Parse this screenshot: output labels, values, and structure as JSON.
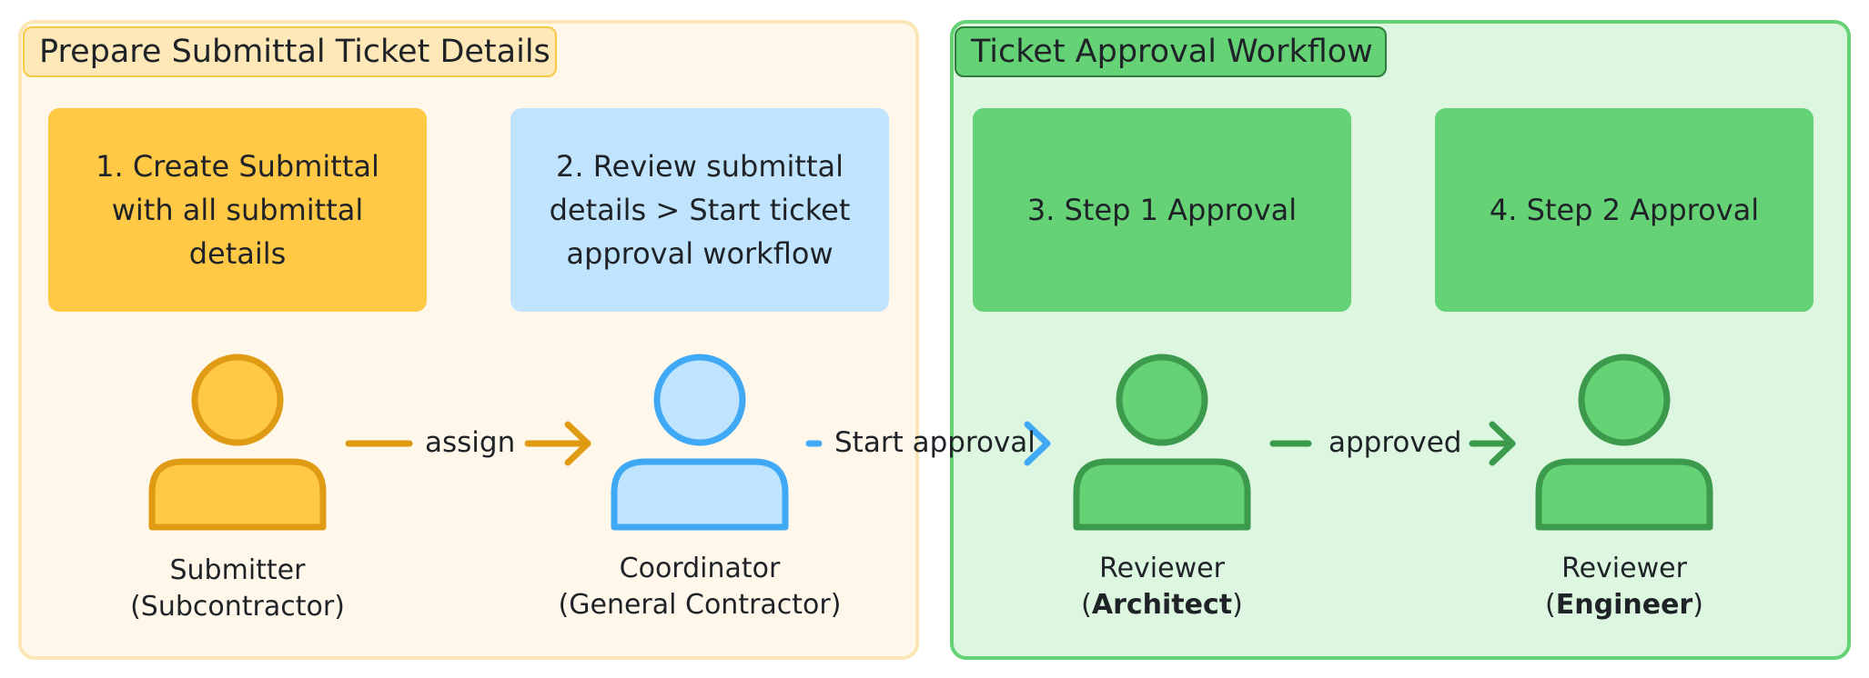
{
  "groups": {
    "prepare": {
      "title": "Prepare Submittal Ticket Details"
    },
    "approval": {
      "title": "Ticket Approval Workflow"
    }
  },
  "steps": [
    {
      "text": "1. Create Submittal with all submittal details"
    },
    {
      "text": "2. Review submittal details > Start ticket approval workflow"
    },
    {
      "text": "3. Step 1 Approval"
    },
    {
      "text": "4. Step 2 Approval"
    }
  ],
  "actors": [
    {
      "icon": "person-icon",
      "role": "Submitter",
      "org": "Subcontractor",
      "org_bold": false,
      "color": "#ffc845",
      "stroke": "#e09b15"
    },
    {
      "icon": "person-icon",
      "role": "Coordinator",
      "org": "General Contractor",
      "org_bold": false,
      "color": "#c1e4fe",
      "stroke": "#3fa9f5"
    },
    {
      "icon": "person-icon",
      "role": "Reviewer",
      "org": "Architect",
      "org_bold": true,
      "color": "#65d276",
      "stroke": "#3b9a4b"
    },
    {
      "icon": "person-icon",
      "role": "Reviewer",
      "org": "Engineer",
      "org_bold": true,
      "color": "#65d276",
      "stroke": "#3b9a4b"
    }
  ],
  "arrows": [
    {
      "label": "assign",
      "color": "#e09b15"
    },
    {
      "label": "Start approval",
      "color": "#3fa9f5"
    },
    {
      "label": "approved",
      "color": "#3b9a4b"
    }
  ]
}
